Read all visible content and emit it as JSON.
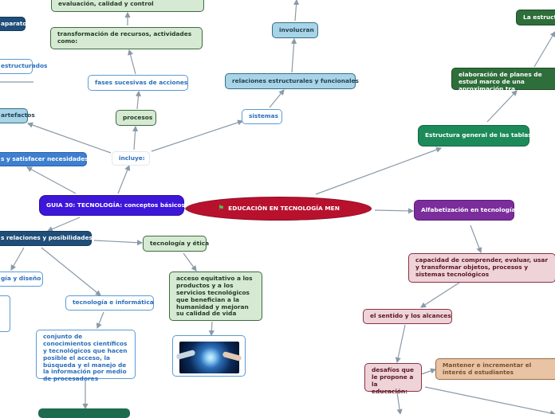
{
  "center": {
    "label": "EDUCACIÓN EN TECNOLOGÍA MEN",
    "icon": "green-flag-icon"
  },
  "nodes": {
    "guia30": "GUIA 30: TECNOLOGÍA: conceptos básicos",
    "incluye": "incluye:",
    "procesos": "procesos",
    "fases": "fases sucesivas de acciones",
    "transformacion": "transformación de recursos, actividades como:",
    "evaluacion": "evaluación, calidad y control",
    "sistemas": "sistemas",
    "relaciones_estr": "relaciones estructurales y funcionales",
    "involucran": "involucran",
    "aparatos": "aparatos",
    "estructurados": "estructurados",
    "artefactos": "artefactos",
    "satisfacer": "s y satisfacer necesidades",
    "relaciones_pos": "s relaciones y posibilidades",
    "tec_etica": "tecnología y ética",
    "acceso": "acceso equitativo a los productos y a los servicios tecnológicos que benefician a la humanidad y mejoran su calidad de vida",
    "gia_diseno": "gía y diseño",
    "tec_informatica": "tecnología e informática",
    "conjunto": "conjunto de conocimientos científicos y tecnológicos que hacen posible el acceso, la búsqueda y el manejo de la información por medio de procesadores",
    "estructura_general": "Estructura general de las tablas",
    "elaboracion": "elaboración de planes de estud marco de una aproximación tra",
    "la_estruct": "La estructu",
    "alfabetizacion": "Alfabetización en tecnología",
    "capacidad": "capacidad de comprender, evaluar, usar y transformar objetos, procesos y sistemas tecnológicos",
    "sentido": "el sentido y los alcances",
    "desafios": "desafíos que le propone a la educación:",
    "mantener": "Mantener e incrementar el interés d estudiantes"
  },
  "image": {
    "icon": "robot-human-hands-globe-image"
  },
  "colors": {
    "center": "#b8112e",
    "guia": "#3d16d9",
    "edge": "#8a9aa8",
    "accent_green": "#1d8a5a",
    "accent_purple": "#7b2d9c"
  }
}
